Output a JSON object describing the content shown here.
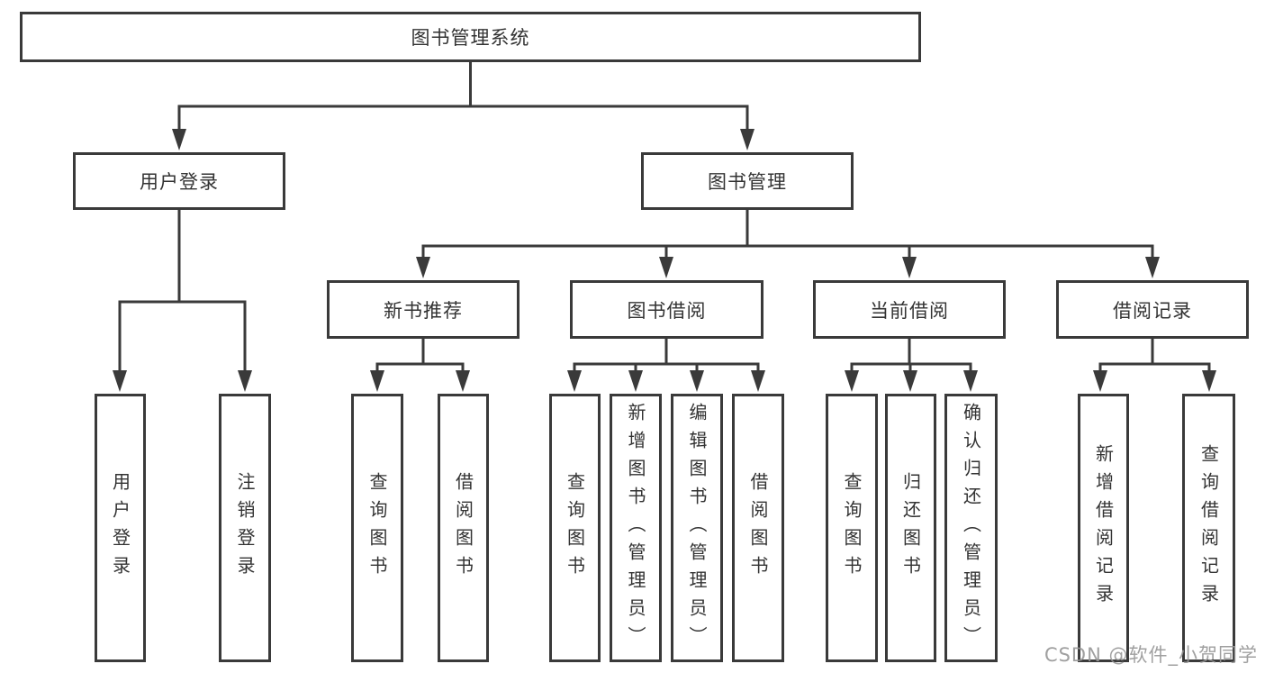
{
  "diagram": {
    "watermark": "CSDN @软件_小贺同学",
    "colors": {
      "line": "#3a3a3a",
      "text": "#333333",
      "box_background": "#ffffff",
      "watermark": "#969696"
    },
    "nodes": {
      "root": {
        "label": "图书管理系统"
      },
      "user_login": {
        "label": "用户登录"
      },
      "book_mgmt": {
        "label": "图书管理"
      },
      "new_book_rec": {
        "label": "新书推荐"
      },
      "book_borrow": {
        "label": "图书借阅"
      },
      "current_borrow": {
        "label": "当前借阅"
      },
      "borrow_records": {
        "label": "借阅记录"
      },
      "ul_login": {
        "label": "用户登录"
      },
      "ul_logout": {
        "label": "注销登录"
      },
      "nb_query": {
        "label": "查询图书"
      },
      "nb_borrow": {
        "label": "借阅图书"
      },
      "bb_query": {
        "label": "查询图书"
      },
      "bb_add": {
        "label": "新增图书（管理员）"
      },
      "bb_edit": {
        "label": "编辑图书（管理员）"
      },
      "bb_borrow": {
        "label": "借阅图书"
      },
      "cb_query": {
        "label": "查询图书"
      },
      "cb_return": {
        "label": "归还图书"
      },
      "cb_confirm": {
        "label": "确认归还（管理员）"
      },
      "br_add": {
        "label": "新增借阅记录"
      },
      "br_query": {
        "label": "查询借阅记录"
      }
    }
  }
}
